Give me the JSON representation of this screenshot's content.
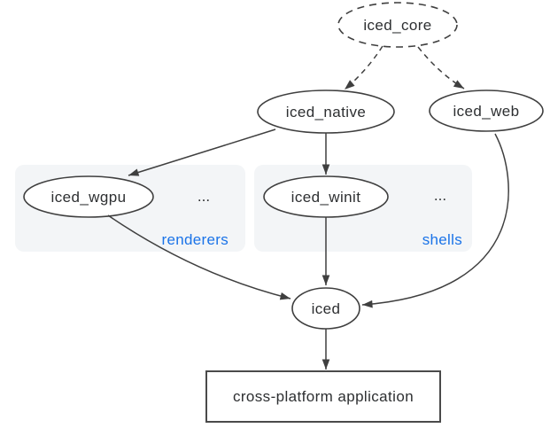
{
  "nodes": {
    "iced_core": {
      "label": "iced_core"
    },
    "iced_native": {
      "label": "iced_native"
    },
    "iced_web": {
      "label": "iced_web"
    },
    "iced_wgpu": {
      "label": "iced_wgpu"
    },
    "iced_winit": {
      "label": "iced_winit"
    },
    "iced": {
      "label": "iced"
    },
    "application": {
      "label": "cross-platform application"
    }
  },
  "groups": {
    "renderers": {
      "label": "renderers",
      "more": "..."
    },
    "shells": {
      "label": "shells",
      "more": "..."
    }
  },
  "colors": {
    "background": "#ffffff",
    "node_stroke": "#3f3f3f",
    "node_fill": "#ffffff",
    "node_text": "#2d2f31",
    "edge": "#3f3f3f",
    "group_background": "#f3f5f7",
    "group_label": "#1a73e8",
    "rect_stroke": "#4a4a4a"
  }
}
